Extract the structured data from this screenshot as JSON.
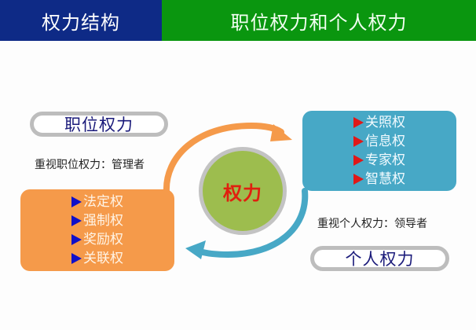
{
  "header": {
    "left_title": "权力结构",
    "right_title": "职位权力和个人权力",
    "colors": {
      "left_bg": "#0e2a86",
      "right_bg": "#0a960f"
    }
  },
  "center": {
    "label": "权力",
    "fill": "#9dbd4e",
    "text_color": "#e0200f"
  },
  "position_power": {
    "pill_label": "职位权力",
    "caption": "重视职位权力：管理者",
    "box_color": "#f59a4a",
    "bullet_color": "#1010c8",
    "items": [
      "法定权",
      "强制权",
      "奖励权",
      "关联权"
    ]
  },
  "personal_power": {
    "pill_label": "个人权力",
    "caption": "重视个人权力：领导者",
    "box_color": "#47a8c6",
    "bullet_color": "#e01818",
    "items": [
      "关照权",
      "信息权",
      "专家权",
      "智慧权"
    ]
  },
  "arrows": [
    {
      "name": "orange-arrow",
      "direction": "from position box to personal box",
      "color": "#f59a4a"
    },
    {
      "name": "blue-arrow",
      "direction": "from personal box to position box",
      "color": "#47a8c6"
    }
  ]
}
